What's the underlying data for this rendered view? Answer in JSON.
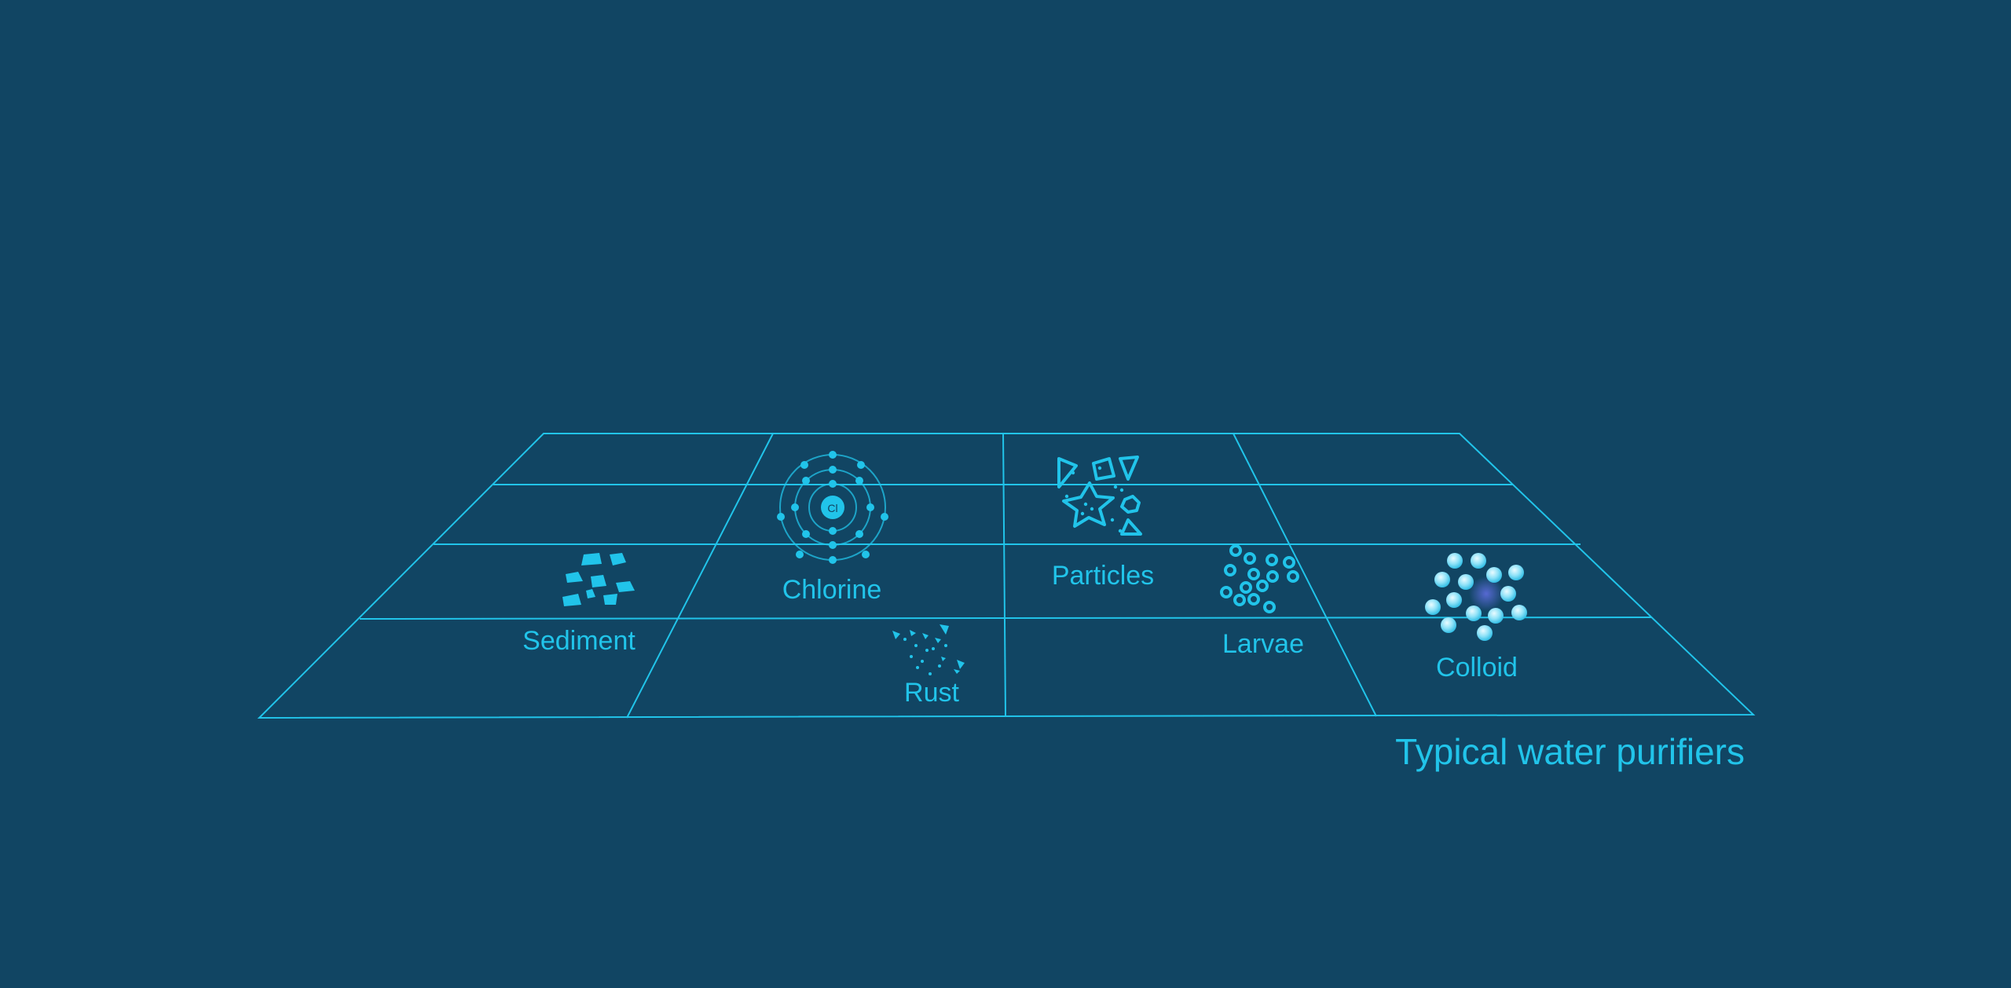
{
  "colors": {
    "background": "#114563",
    "accent": "#21c4ea"
  },
  "caption": "Typical water purifiers",
  "contaminants": [
    {
      "label": "Sediment",
      "icon": "sediment-icon"
    },
    {
      "label": "Chlorine",
      "icon": "chlorine-atom-icon"
    },
    {
      "label": "Rust",
      "icon": "rust-icon"
    },
    {
      "label": "Particles",
      "icon": "particles-icon"
    },
    {
      "label": "Larvae",
      "icon": "larvae-icon"
    },
    {
      "label": "Colloid",
      "icon": "colloid-icon"
    }
  ],
  "chlorine_symbol": "Cl"
}
